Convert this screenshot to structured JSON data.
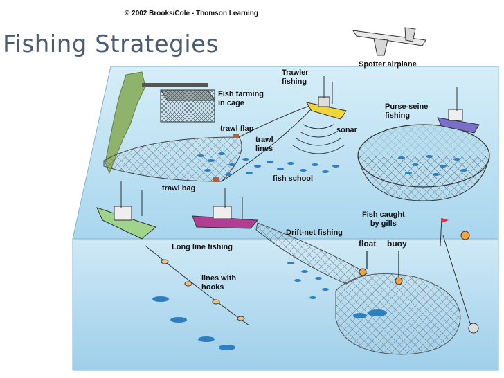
{
  "slide": {
    "title": "Fishing Strategies",
    "copyright": "© 2002 Brooks/Cole - Thomson Learning"
  },
  "labels": {
    "spotter_airplane": "Spotter airplane",
    "trawler_fishing_1": "Trawler",
    "trawler_fishing_2": "fishing",
    "fish_farming_1": "Fish farming",
    "fish_farming_2": "in cage",
    "purse_seine_1": "Purse-seine",
    "purse_seine_2": "fishing",
    "trawl_flap": "trawl flap",
    "sonar": "sonar",
    "trawl_lines_1": "trawl",
    "trawl_lines_2": "lines",
    "fish_school": "fish school",
    "trawl_bag": "trawl bag",
    "fish_caught_1": "Fish caught",
    "fish_caught_2": "by gills",
    "drift_net": "Drift-net fishing",
    "long_line": "Long line fishing",
    "float": "float",
    "buoy": "buoy",
    "lines_hooks_1": "lines with",
    "lines_hooks_2": "hooks"
  },
  "colors": {
    "title": "#4a5c73",
    "water": "#bfe1f2",
    "water_deep": "#8ec8e6",
    "land": "#8fb36a",
    "net": "#555555",
    "boat_yellow": "#f0d43c",
    "boat_green": "#9fd48a",
    "boat_magenta": "#b23d93",
    "boat_purple": "#7a6fc9",
    "fish": "#2e7fc0",
    "float": "#f2a33a"
  }
}
